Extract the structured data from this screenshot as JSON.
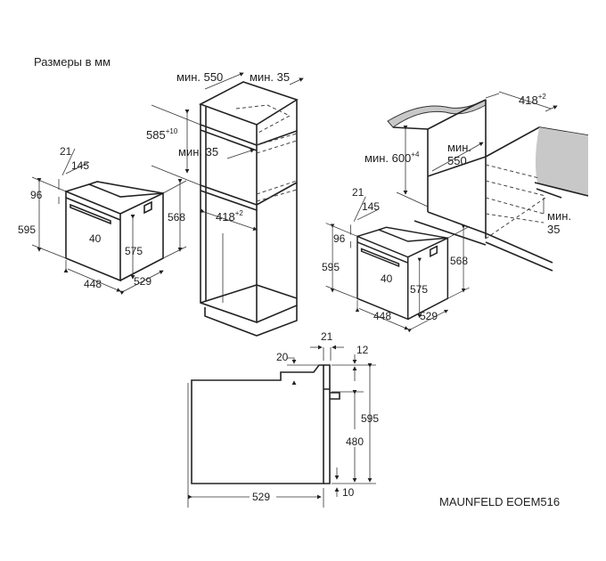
{
  "title": "Размеры в мм",
  "model": "MAUNFELD EOEM516",
  "colors": {
    "line": "#222222",
    "countertop": "#c8c8c8",
    "background": "#ffffff"
  },
  "tall_cabinet": {
    "depth_min": "мин. 550",
    "vent_min": "мин. 35",
    "niche_height": "585",
    "niche_height_tol": "+10",
    "shelf_gap_min": "мин. 35",
    "niche_width": "418",
    "niche_width_tol": "+2"
  },
  "under_counter": {
    "niche_width": "418",
    "niche_width_tol": "+2",
    "niche_height": "мин. 600",
    "niche_height_tol": "+4",
    "depth_min_label": "мин.",
    "depth_min_value": "550",
    "vent_min_label": "мин.",
    "vent_min_value": "35"
  },
  "oven": {
    "d21": "21",
    "d145": "145",
    "d96": "96",
    "d595": "595",
    "d568": "568",
    "d40": "40",
    "d575": "575",
    "d448": "448",
    "d529": "529"
  },
  "side_view": {
    "d21": "21",
    "d12": "12",
    "d20": "20",
    "d595": "595",
    "d480": "480",
    "d10": "10",
    "d529": "529"
  }
}
